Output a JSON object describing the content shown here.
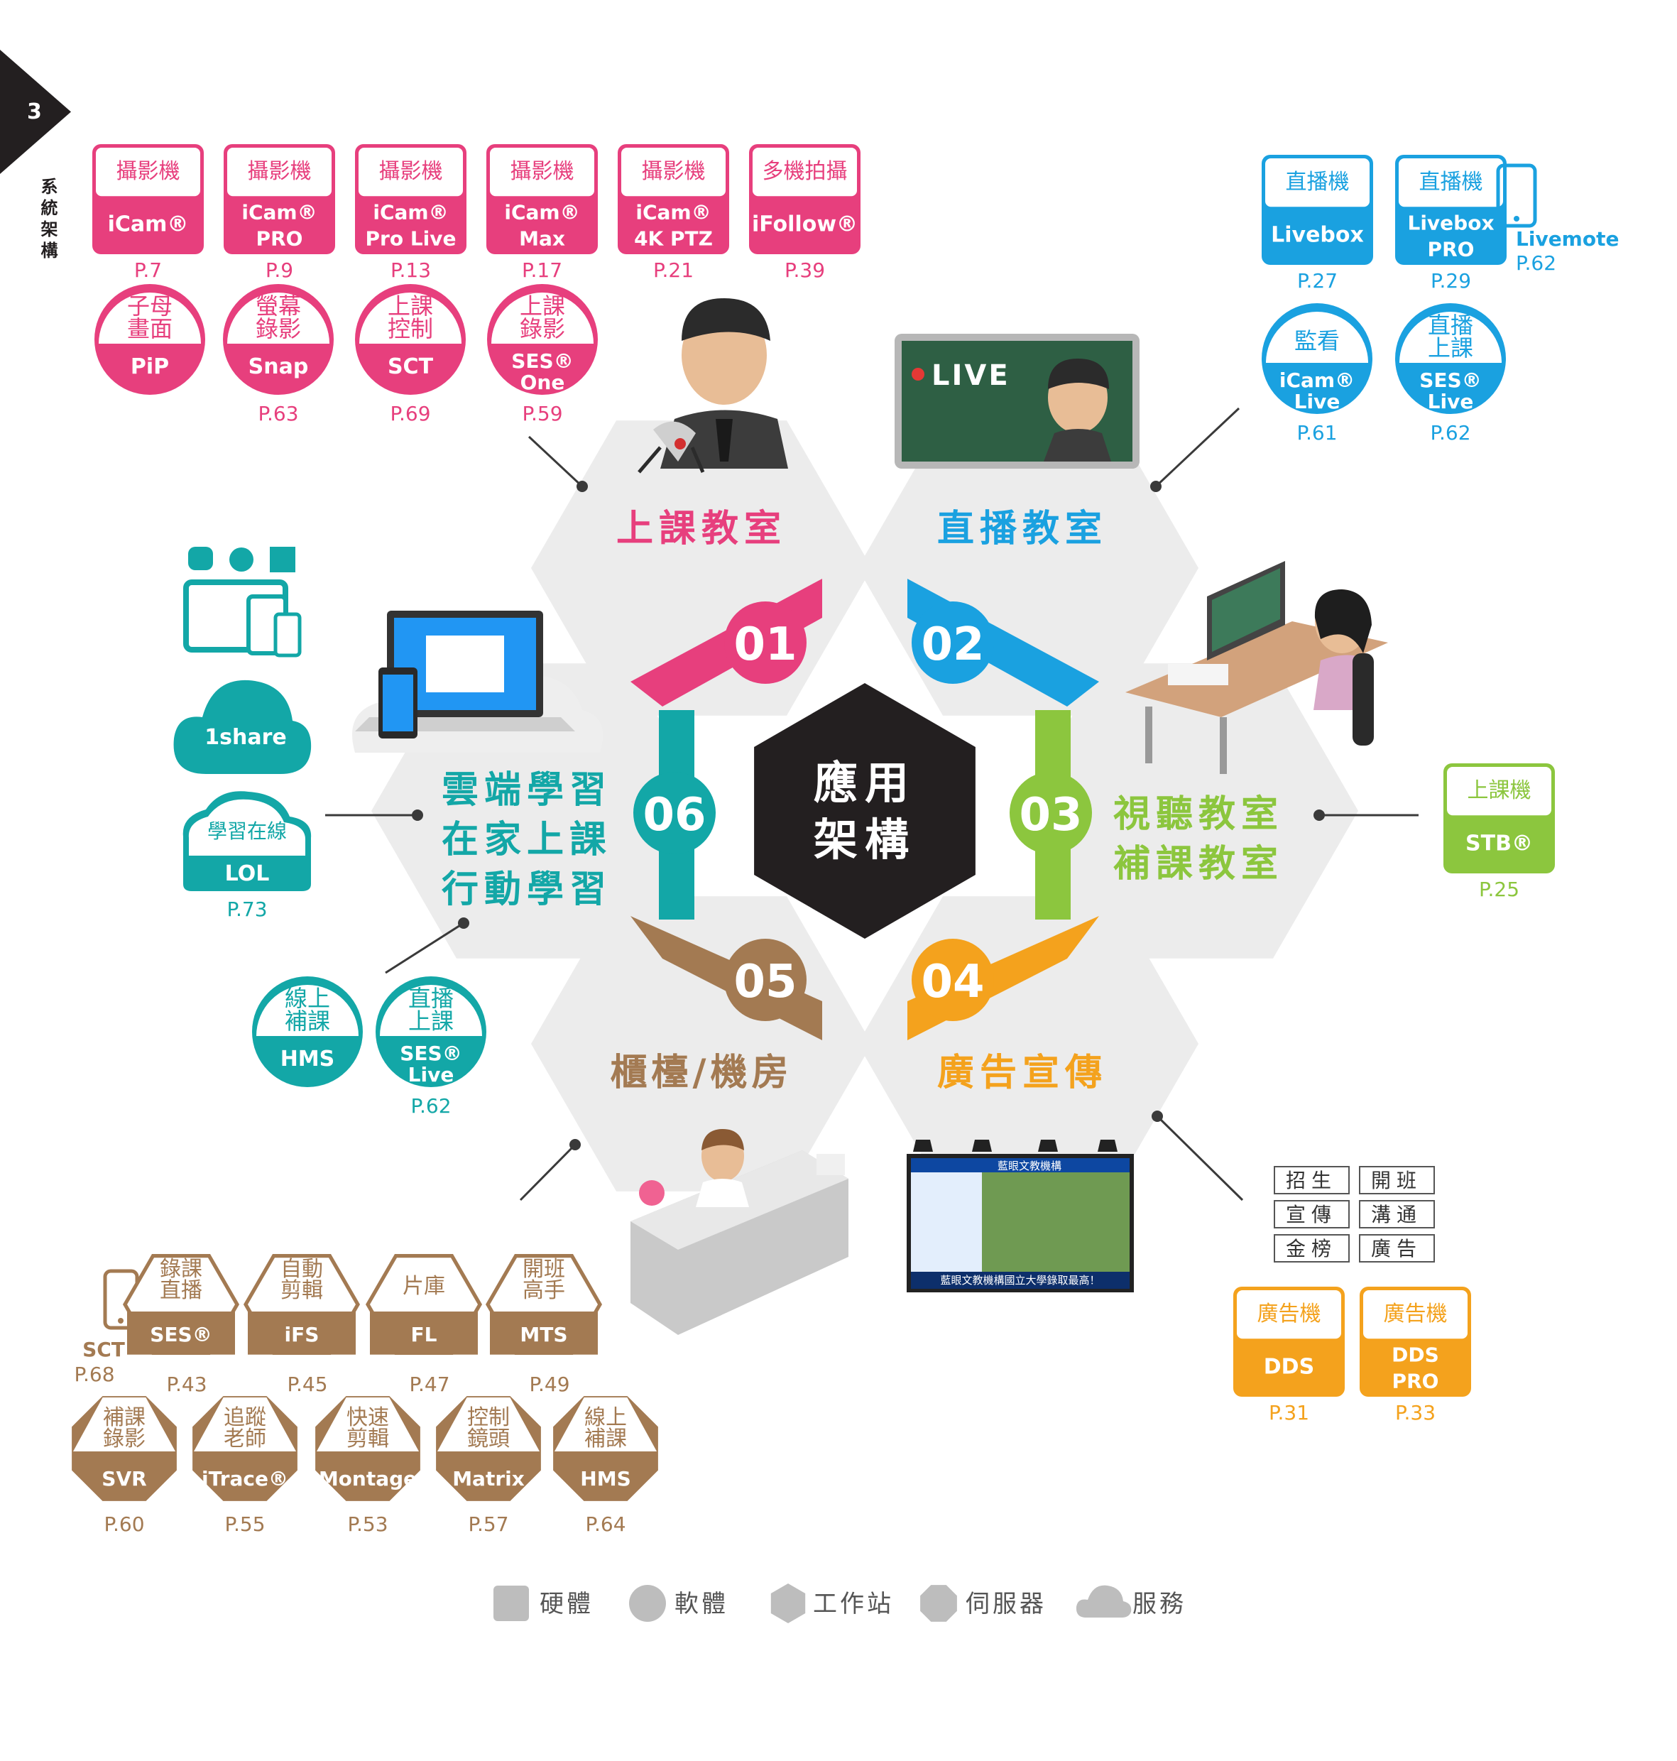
{
  "page_number": "3",
  "side_title": "系統架構",
  "center_label": "應用架構",
  "colors": {
    "pink": "#e73f7d",
    "blue": "#1aa1e0",
    "green": "#8cc63e",
    "orange": "#f4a21d",
    "brown": "#a37a52",
    "teal": "#13a7a7",
    "hex_bg": "#ececec",
    "dark": "#231f20",
    "gray": "#bdbdbd"
  },
  "sections": [
    {
      "num": "01",
      "title": "上課教室",
      "color": "pink"
    },
    {
      "num": "02",
      "title": "直播教室",
      "color": "blue"
    },
    {
      "num": "03",
      "title": [
        "視聽教室",
        "補課教室"
      ],
      "color": "green"
    },
    {
      "num": "04",
      "title": "廣告宣傳",
      "color": "orange"
    },
    {
      "num": "05",
      "title": "櫃檯/機房",
      "color": "brown"
    },
    {
      "num": "06",
      "title": [
        "雲端學習",
        "在家上課",
        "行動學習"
      ],
      "color": "teal"
    }
  ],
  "illustrations": {
    "live_board": "LIVE",
    "ad_screen_header": "藍眼文教機構",
    "ad_screen_footer": "藍眼文教機構國立大學錄取最高！"
  },
  "classroom_products": {
    "hardware": [
      {
        "top": "攝影機",
        "name": "iCam®",
        "page": "P.7"
      },
      {
        "top": "攝影機",
        "name": "iCam® PRO",
        "page": "P.9"
      },
      {
        "top": "攝影機",
        "name": "iCam® Pro Live",
        "page": "P.13"
      },
      {
        "top": "攝影機",
        "name": "iCam® Max",
        "page": "P.17"
      },
      {
        "top": "攝影機",
        "name": "iCam® 4K PTZ",
        "page": "P.21"
      },
      {
        "top": "多機拍攝",
        "name": "iFollow®",
        "page": "P.39"
      }
    ],
    "software": [
      {
        "top": "子母畫面",
        "name": "PiP",
        "page": ""
      },
      {
        "top": "螢幕錄影",
        "name": "Snap",
        "page": "P.63"
      },
      {
        "top": "上課控制",
        "name": "SCT",
        "page": "P.69"
      },
      {
        "top": "上課錄影",
        "name": "SES® One",
        "page": "P.59"
      }
    ]
  },
  "live_products": {
    "hardware": [
      {
        "top": "直播機",
        "name": "Livebox",
        "page": "P.27"
      },
      {
        "top": "直播機",
        "name": "Livebox PRO",
        "page": "P.29"
      }
    ],
    "livemote": {
      "name": "Livemote",
      "page": "P.62"
    },
    "software": [
      {
        "top": "監看",
        "name": "iCam® Live",
        "page": "P.61"
      },
      {
        "top": "直播上課",
        "name": "SES® Live",
        "page": "P.62"
      }
    ]
  },
  "av_products": {
    "top": "上課機",
    "name": "STB®",
    "page": "P.25"
  },
  "cloud_products": {
    "service": {
      "name": "1share"
    },
    "lol": {
      "top": "學習在線",
      "name": "LOL",
      "page": "P.73"
    },
    "software": [
      {
        "top": "線上補課",
        "name": "HMS",
        "page": ""
      },
      {
        "top": "直播上課",
        "name": "SES® Live",
        "page": "P.62"
      }
    ]
  },
  "ad_products": {
    "tags": [
      "招生",
      "開班",
      "宣傳",
      "溝通",
      "金榜",
      "廣告"
    ],
    "hardware": [
      {
        "top": "廣告機",
        "name": "DDS",
        "page": "P.31"
      },
      {
        "top": "廣告機",
        "name": "DDS PRO",
        "page": "P.33"
      }
    ]
  },
  "server_products": {
    "sct_label": "SCT",
    "sct_page": "P.68",
    "workstations": [
      {
        "top": "錄課直播",
        "name": "SES®",
        "page": "P.43"
      },
      {
        "top": "自動剪輯",
        "name": "iFS",
        "page": "P.45"
      },
      {
        "top": "片庫",
        "name": "FL",
        "page": "P.47"
      },
      {
        "top": "開班高手",
        "name": "MTS",
        "page": "P.49"
      }
    ],
    "software": [
      {
        "top": "補課錄影",
        "name": "SVR",
        "page": "P.60"
      },
      {
        "top": "追蹤老師",
        "name": "iTrace®",
        "page": "P.55"
      },
      {
        "top": "快速剪輯",
        "name": "Montage",
        "page": "P.53"
      },
      {
        "top": "控制鏡頭",
        "name": "Matrix",
        "page": "P.57"
      },
      {
        "top": "線上補課",
        "name": "HMS",
        "page": "P.64"
      }
    ]
  },
  "legend": [
    {
      "shape": "square",
      "label": "硬體"
    },
    {
      "shape": "circle",
      "label": "軟體"
    },
    {
      "shape": "hexagon",
      "label": "工作站"
    },
    {
      "shape": "octagon",
      "label": "伺服器"
    },
    {
      "shape": "cloud",
      "label": "服務"
    }
  ]
}
